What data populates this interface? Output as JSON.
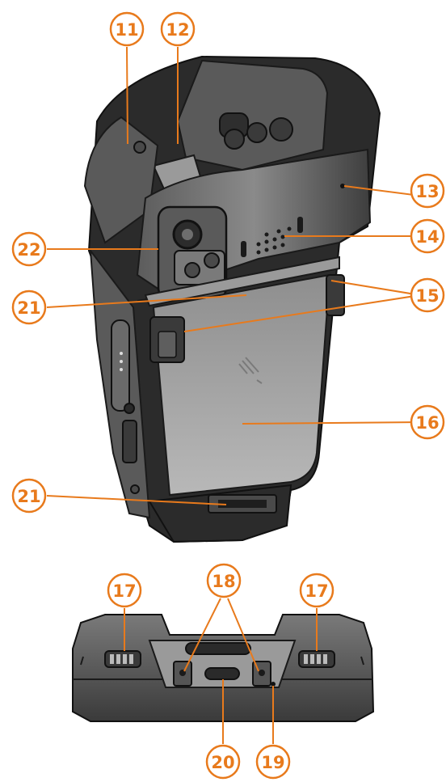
{
  "callouts": {
    "c11": "11",
    "c12": "12",
    "c13": "13",
    "c14": "14",
    "c15": "15",
    "c16": "16",
    "c17a": "17",
    "c17b": "17",
    "c18": "18",
    "c19": "19",
    "c20": "20",
    "c21a": "21",
    "c21b": "21",
    "c22": "22"
  },
  "colors": {
    "callout": "#e87a1c",
    "device_dark": "#2b2b2b",
    "device_light": "#b5b5b5"
  }
}
